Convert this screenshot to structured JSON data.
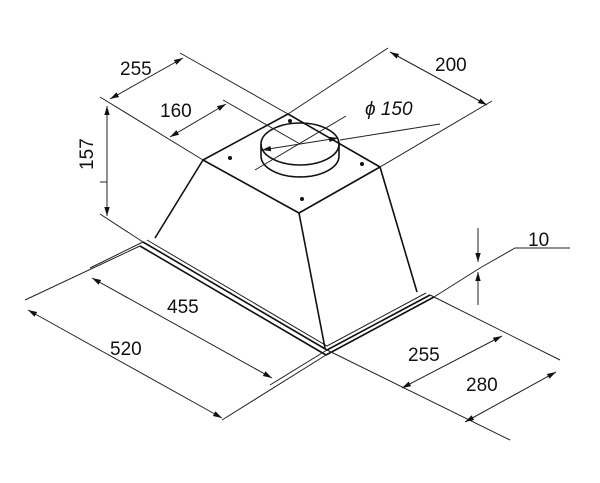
{
  "dimensions": {
    "top_depth": "255",
    "top_inner": "160",
    "top_width": "200",
    "duct_diameter": "ϕ 150",
    "height": "157",
    "flange_thickness": "10",
    "inner_length": "455",
    "outer_length": "520",
    "inner_depth": "255",
    "outer_depth": "280"
  }
}
